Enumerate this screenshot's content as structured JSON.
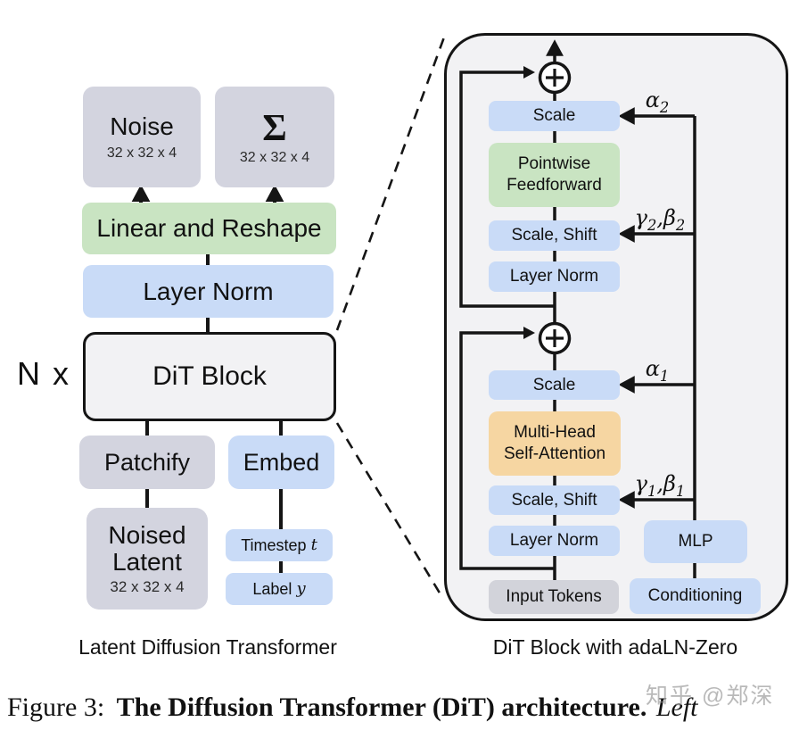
{
  "colors": {
    "blue_box": "#C9DBF7",
    "green_box": "#C9E4C2",
    "gray_box": "#D3D4DF",
    "orange_box": "#F6D6A2",
    "panel_bg": "#F2F2F4",
    "line": "#151515",
    "watermark_gray": "#8F8F8F"
  },
  "left": {
    "noise": {
      "label": "Noise",
      "dims": "32 x 32 x 4"
    },
    "sigma": {
      "label": "Σ",
      "dims": "32 x 32 x 4"
    },
    "linear_reshape": {
      "label": "Linear and Reshape"
    },
    "layer_norm": {
      "label": "Layer Norm"
    },
    "n_x": "N x",
    "dit_block": {
      "label": "DiT Block"
    },
    "patchify": {
      "label": "Patchify"
    },
    "embed": {
      "label": "Embed"
    },
    "noised_latent": {
      "line1": "Noised",
      "line2": "Latent",
      "dims": "32 x 32 x 4"
    },
    "timestep": {
      "text": "Timestep",
      "var": "t"
    },
    "label_y": {
      "text": "Label",
      "var": "y"
    },
    "caption": "Latent Diffusion Transformer"
  },
  "right": {
    "scale_top": {
      "label": "Scale"
    },
    "pointwise_ff": {
      "line1": "Pointwise",
      "line2": "Feedforward"
    },
    "scale_shift_top": {
      "label": "Scale, Shift"
    },
    "layer_norm_top": {
      "label": "Layer Norm"
    },
    "scale_bottom": {
      "label": "Scale"
    },
    "mhsa": {
      "line1": "Multi-Head",
      "line2": "Self-Attention"
    },
    "scale_shift_bottom": {
      "label": "Scale, Shift"
    },
    "layer_norm_bottom": {
      "label": "Layer Norm"
    },
    "mlp": {
      "label": "MLP"
    },
    "input_tokens": {
      "label": "Input Tokens"
    },
    "conditioning": {
      "label": "Conditioning"
    },
    "alpha_2": {
      "base": "α",
      "sub": "2"
    },
    "gamma_beta_2": {
      "p1": "γ",
      "s1": "2",
      "p2": ",β",
      "s2": "2"
    },
    "alpha_1": {
      "base": "α",
      "sub": "1"
    },
    "gamma_beta_1": {
      "p1": "γ",
      "s1": "1",
      "p2": ",β",
      "s2": "1"
    },
    "caption": "DiT Block with adaLN-Zero"
  },
  "figure_caption": {
    "prefix": "Figure 3:",
    "bold": "The Diffusion Transformer (DiT) architecture.",
    "italic_start": "Left"
  },
  "watermark": "知乎 @郑深"
}
